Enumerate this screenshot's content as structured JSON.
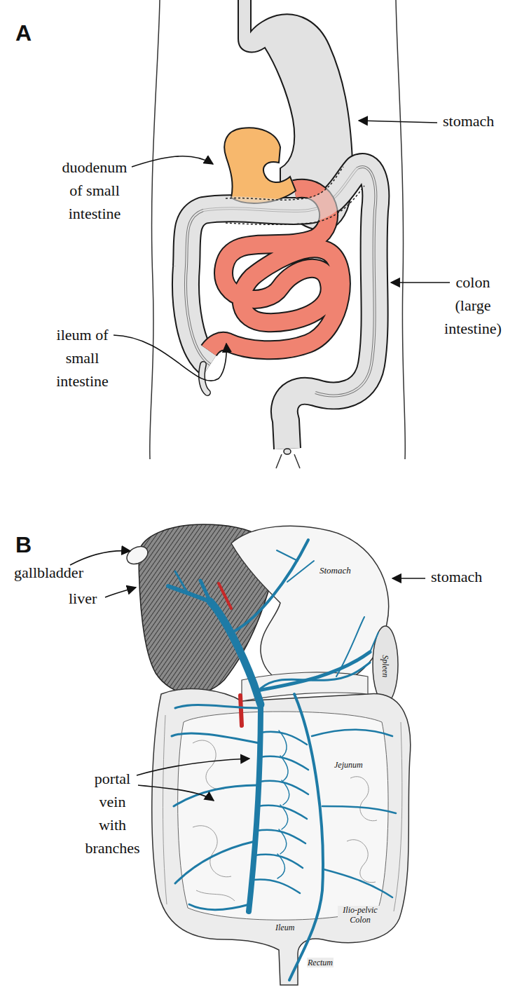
{
  "diagram": {
    "labels": [
      "A",
      "stomach",
      "duodenum of small intestine",
      "colon (large intestine)",
      "ileum of small intestine",
      "B",
      "gallbladder",
      "liver",
      "stomach",
      "portal vein with branches",
      "Stomach",
      "Spleen",
      "Jejunum",
      "Ileum",
      "Rectum",
      "Ilio-pelvic Colon"
    ]
  }
}
